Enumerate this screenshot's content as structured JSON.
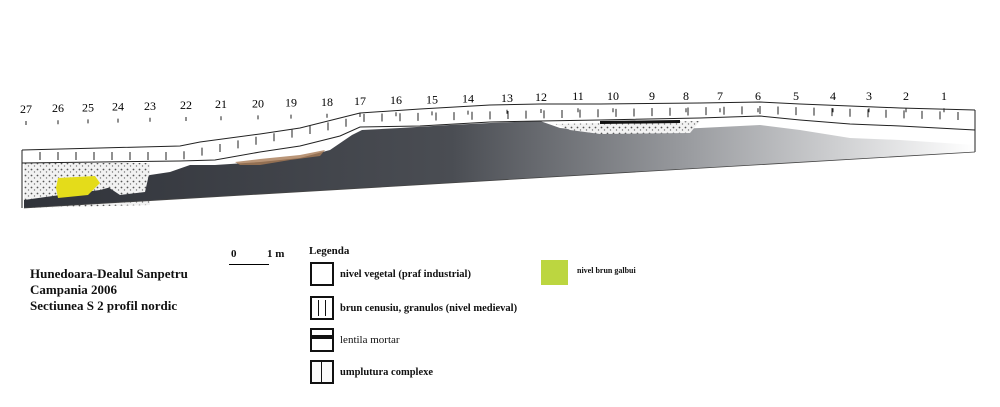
{
  "title": {
    "line1": "Hunedoara-Dealul Sanpetru",
    "line2": "Campania 2006",
    "line3": "Sectiunea S 2 profil nordic"
  },
  "scale": {
    "start": "0",
    "end": "1 m"
  },
  "legend": {
    "title": "Legenda",
    "items": [
      {
        "label": "nivel vegetal (praf industrial)"
      },
      {
        "label": "brun cenusiu, granulos (nivel medieval)"
      },
      {
        "label": "lentila mortar"
      },
      {
        "label": "umplutura complexe"
      },
      {
        "label": "nivel brun galbui",
        "color": "#bcd640"
      }
    ]
  },
  "stations": [
    "27",
    "26",
    "25",
    "24",
    "23",
    "22",
    "21",
    "20",
    "19",
    "18",
    "17",
    "16",
    "15",
    "14",
    "13",
    "12",
    "11",
    "10",
    "9",
    "8",
    "7",
    "6",
    "5",
    "4",
    "3",
    "2",
    "1"
  ],
  "colors": {
    "dark_fill": "#34373c",
    "yellow_lens": "#e4dc1a",
    "brown_lens": "#a87a55"
  }
}
